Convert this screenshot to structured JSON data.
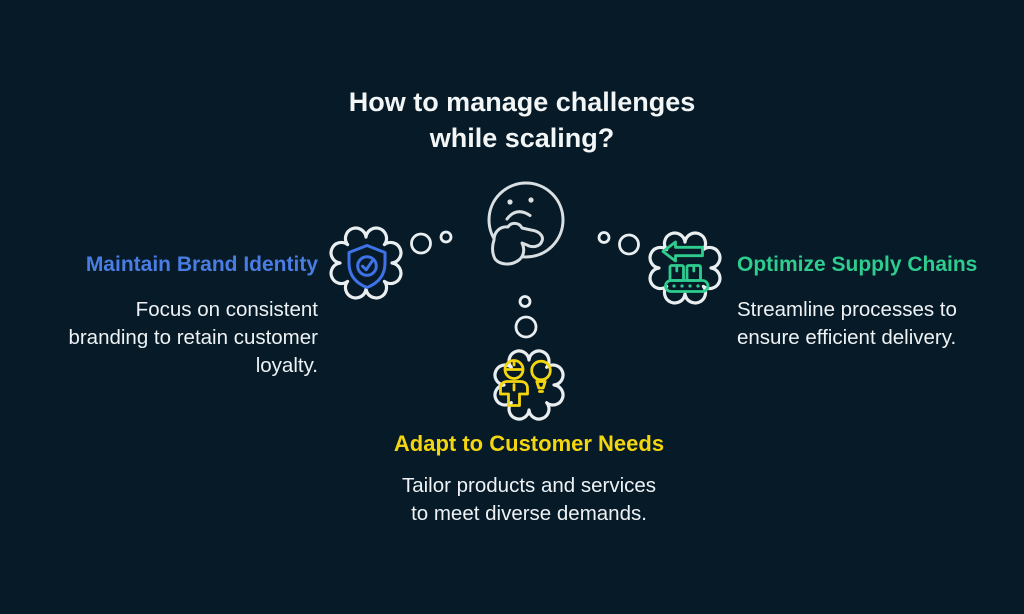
{
  "title": "How to manage challenges\nwhile scaling?",
  "colors": {
    "background": "#061a27",
    "title_text": "#f3f6f7",
    "body_text": "#eef2f4",
    "blue_accent": "#4a7de4",
    "green_accent": "#2ecc8e",
    "yellow_accent": "#f4d60f",
    "outline_light": "#e9eef0"
  },
  "icons": {
    "center": "thinking-face-icon",
    "left": "shield-check-icon",
    "right": "conveyor-arrow-icon",
    "bottom": "person-lightbulb-icon"
  },
  "items": {
    "left": {
      "heading": "Maintain Brand Identity",
      "body": "Focus on consistent\nbranding to retain customer\nloyalty."
    },
    "right": {
      "heading": "Optimize Supply Chains",
      "body": "Streamline processes to\nensure efficient delivery."
    },
    "bottom": {
      "heading": "Adapt to Customer Needs",
      "body": "Tailor products and services\nto meet diverse demands."
    }
  }
}
